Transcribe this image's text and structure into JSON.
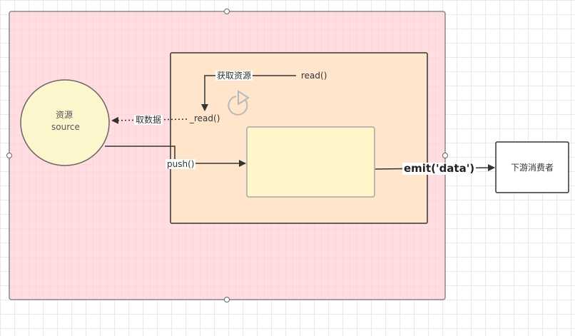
{
  "source_node": {
    "line1": "资源",
    "line2": "source"
  },
  "labels": {
    "get_resource": "获取资源",
    "read_call": "read()",
    "internal_read": "_read()",
    "fetch_data": "取数据",
    "push_call": "push()",
    "emit_data": "emit('data')"
  },
  "consumer": {
    "label": "下游消费者"
  },
  "colors": {
    "outer_fill": "#ffdde1",
    "inner_fill": "#ffe5cc",
    "buffer_fill": "#fff7c9",
    "source_fill": "#fdf6cd"
  }
}
